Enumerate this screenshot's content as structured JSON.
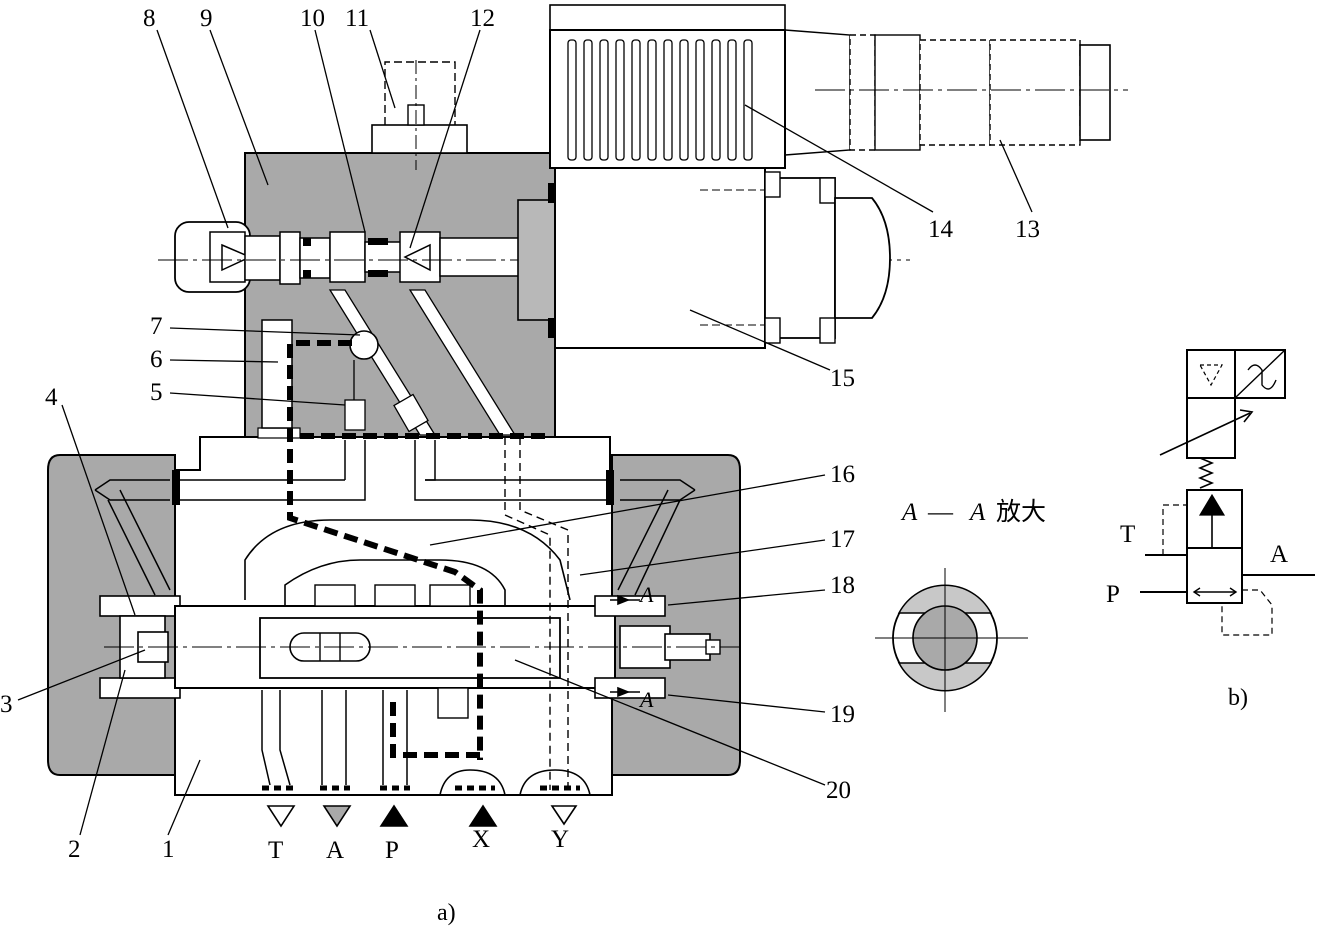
{
  "callouts": [
    "8",
    "9",
    "10",
    "11",
    "12",
    "14",
    "13",
    "7",
    "6",
    "5",
    "4",
    "15",
    "16",
    "17",
    "18",
    "3",
    "19",
    "2",
    "1",
    "20"
  ],
  "ports": [
    "T",
    "A",
    "P",
    "X",
    "Y"
  ],
  "section": {
    "letter": "A",
    "dash": "—",
    "zoom": "放大",
    "mark_upper": "A",
    "mark_lower": "A"
  },
  "symbol": {
    "t": "T",
    "p": "P",
    "a": "A"
  },
  "captions": {
    "a": "a)",
    "b": "b)"
  },
  "colors": {
    "body_fill": "#a9a9a9",
    "line": "#000000",
    "background": "#ffffff"
  }
}
